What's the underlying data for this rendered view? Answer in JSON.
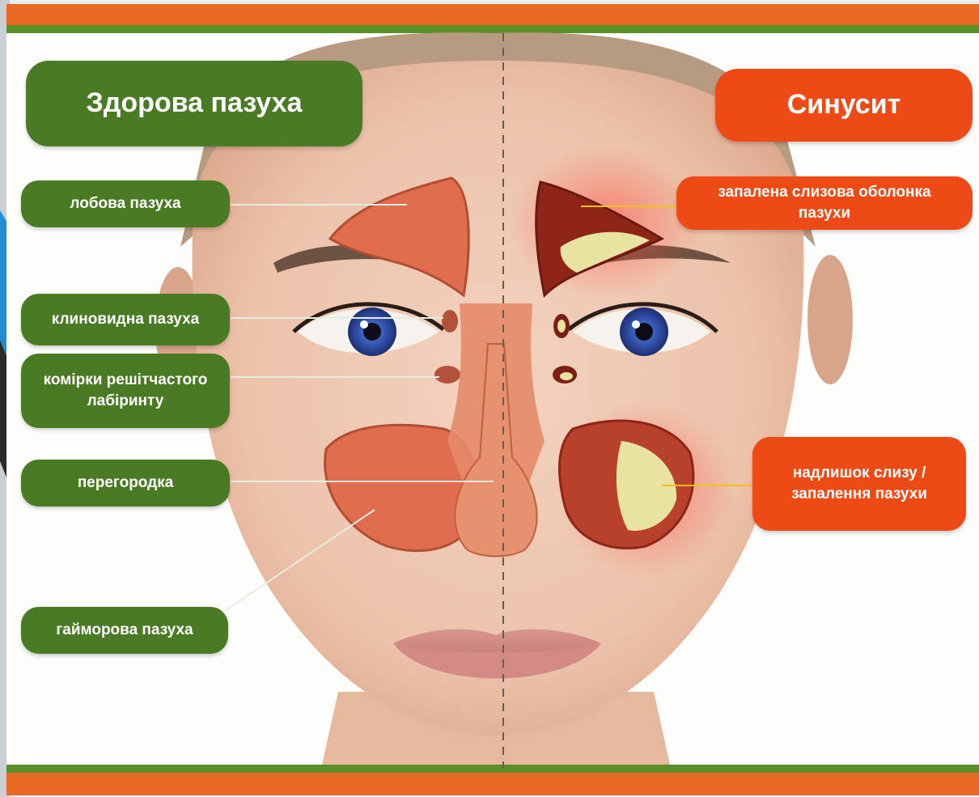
{
  "titles": {
    "healthy": "Здорова пазуха",
    "sinusitis": "Синусит"
  },
  "left_labels": [
    "лобова пазуха",
    "клиновидна пазуха",
    "комірки решітчастого лабіринту",
    "перегородка",
    "гайморова пазуха"
  ],
  "right_labels": [
    "запалена слизова оболонка пазухи",
    "надлишок слизу / запалення пазухи"
  ],
  "colors": {
    "healthy_green": "#4a7a24",
    "sinusitis_red": "#ee4a16",
    "frame_orange": "#e96a24",
    "sinus_tissue": "#e06e4e",
    "mucus": "#e8e3a0"
  }
}
